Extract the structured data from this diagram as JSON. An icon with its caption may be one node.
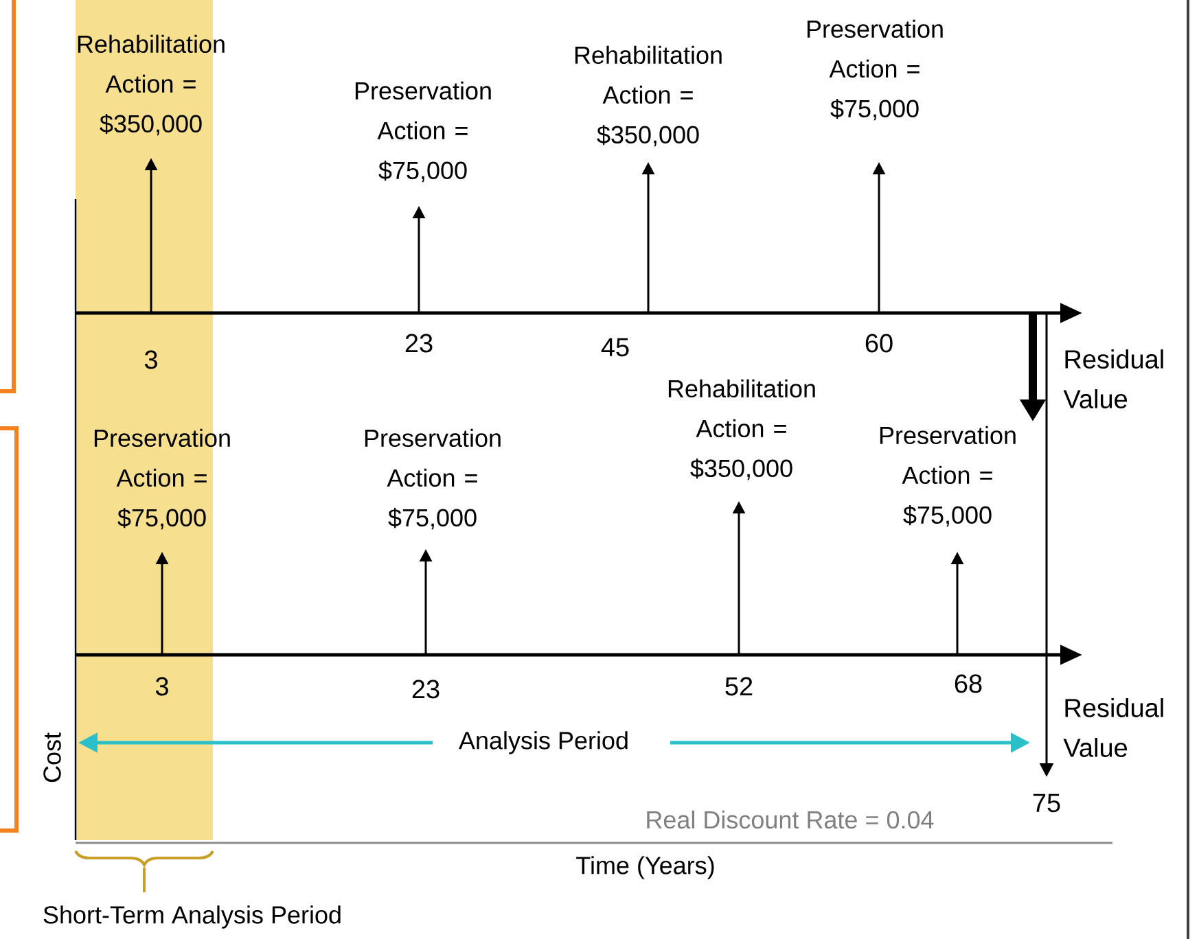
{
  "diagram": {
    "labels": [
      "Rehabilitation Action = $350,000",
      "Preservation Action = $75,000",
      "Rehabilitation Action = $350,000",
      "Preservation Action = $75,000",
      "3",
      "23",
      "45",
      "60",
      "Residual Value",
      "Preservation Action = $75,000",
      "Preservation Action = $75,000",
      "Rehabilitation Action = $350,000",
      "Preservation Action = $75,000",
      "3",
      "23",
      "52",
      "68",
      "Residual Value",
      "Cost",
      "Analysis Period",
      "75",
      "Real Discount Rate = 0.04",
      "Time (Years)",
      "Short-Term Analysis Period"
    ]
  }
}
